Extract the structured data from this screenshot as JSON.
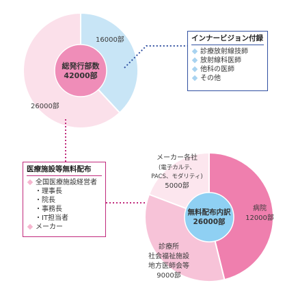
{
  "top_pie": {
    "center": {
      "title": "総発行部数",
      "value": "42000部"
    },
    "slices": [
      {
        "label": "16000部",
        "value": 16000,
        "color": "#c8e5f6"
      },
      {
        "label": "26000部",
        "value": 26000,
        "color": "#fbe0ea"
      }
    ],
    "center_color": "#ef8db8"
  },
  "inner_vision_box": {
    "title": "インナービジョン付録",
    "items": [
      "診療放射線技師",
      "放射線科医師",
      "他科の医師",
      "その他"
    ],
    "bullet_color": "#a8d3f0",
    "border_color": "#2f4fa0"
  },
  "free_box": {
    "title": "医療施設等無料配布",
    "items": [
      {
        "text": "全国医療施設経営者",
        "bullet": true
      },
      {
        "text": "・理事長",
        "bullet": false
      },
      {
        "text": "・院長",
        "bullet": false
      },
      {
        "text": "・事務長",
        "bullet": false
      },
      {
        "text": "・IT担当者",
        "bullet": false
      },
      {
        "text": "メーカー",
        "bullet": true
      }
    ],
    "bullet_color": "#f6b6cf",
    "border_color": "#c0287b"
  },
  "bottom_pie": {
    "center": {
      "title": "無料配布内訳",
      "value": "26000部"
    },
    "slices": [
      {
        "lines": [
          "病院",
          "12000部"
        ],
        "value": 12000,
        "color": "#ef7fae"
      },
      {
        "lines": [
          "診療所",
          "社会福祉施設",
          "地方医師会等",
          "9000部"
        ],
        "value": 9000,
        "color": "#f7c3d8"
      },
      {
        "lines": [
          "メーカー各社",
          "(電子カルテ、",
          "PACS、モダリティ)",
          "5000部"
        ],
        "value": 5000,
        "color": "#fce6ee"
      }
    ],
    "center_color": "#8fd0f3"
  }
}
